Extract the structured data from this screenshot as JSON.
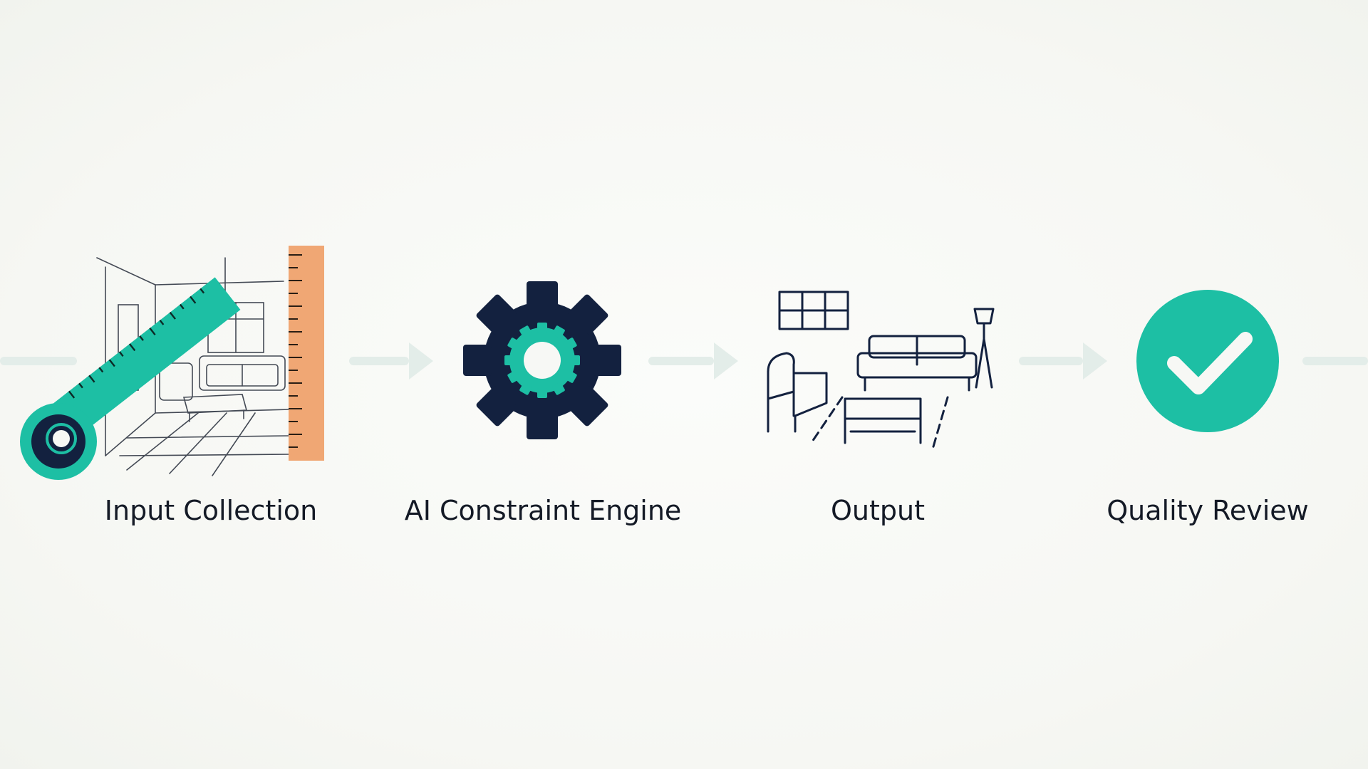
{
  "stages": [
    {
      "label": "Input Collection",
      "icon": "room-sketch-with-tape-measure-icon"
    },
    {
      "label": "AI Constraint Engine",
      "icon": "gear-icon"
    },
    {
      "label": "Output",
      "icon": "furniture-layout-icon"
    },
    {
      "label": "Quality Review",
      "icon": "checkmark-circle-icon"
    }
  ],
  "colors": {
    "navy": "#13213f",
    "teal": "#1dbfa4",
    "ruler_orange": "#f0a774",
    "connector": "#e3ede9",
    "text": "#141a26"
  }
}
